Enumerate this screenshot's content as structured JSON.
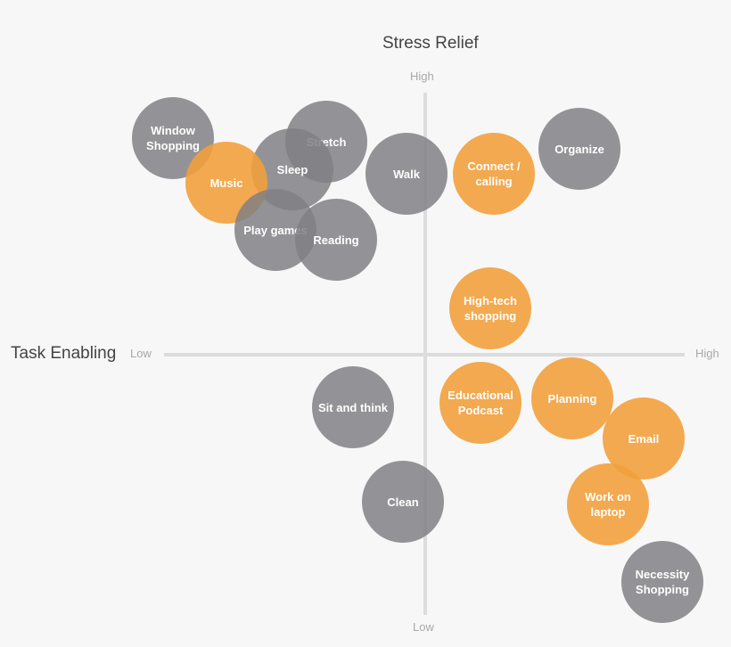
{
  "titles": {
    "vertical_axis": "Stress Relief",
    "horizontal_axis": "Task Enabling"
  },
  "ticks": {
    "y_high": "High",
    "y_low": "Low",
    "x_low": "Low",
    "x_high": "High"
  },
  "colors": {
    "gray": "#808084",
    "orange": "#f2a03c"
  },
  "bubbles": [
    {
      "label": "Window Shopping",
      "color": "gray"
    },
    {
      "label": "Stretch",
      "color": "gray"
    },
    {
      "label": "Sleep",
      "color": "gray"
    },
    {
      "label": "Music",
      "color": "orange"
    },
    {
      "label": "Play games",
      "color": "gray"
    },
    {
      "label": "Reading",
      "color": "gray"
    },
    {
      "label": "Walk",
      "color": "gray"
    },
    {
      "label": "Connect / calling",
      "color": "orange"
    },
    {
      "label": "Organize",
      "color": "gray"
    },
    {
      "label": "High-tech shopping",
      "color": "orange"
    },
    {
      "label": "Sit and think",
      "color": "gray"
    },
    {
      "label": "Educational Podcast",
      "color": "orange"
    },
    {
      "label": "Planning",
      "color": "orange"
    },
    {
      "label": "Email",
      "color": "orange"
    },
    {
      "label": "Clean",
      "color": "gray"
    },
    {
      "label": "Work on laptop",
      "color": "orange"
    },
    {
      "label": "Necessity Shopping",
      "color": "gray"
    }
  ]
}
